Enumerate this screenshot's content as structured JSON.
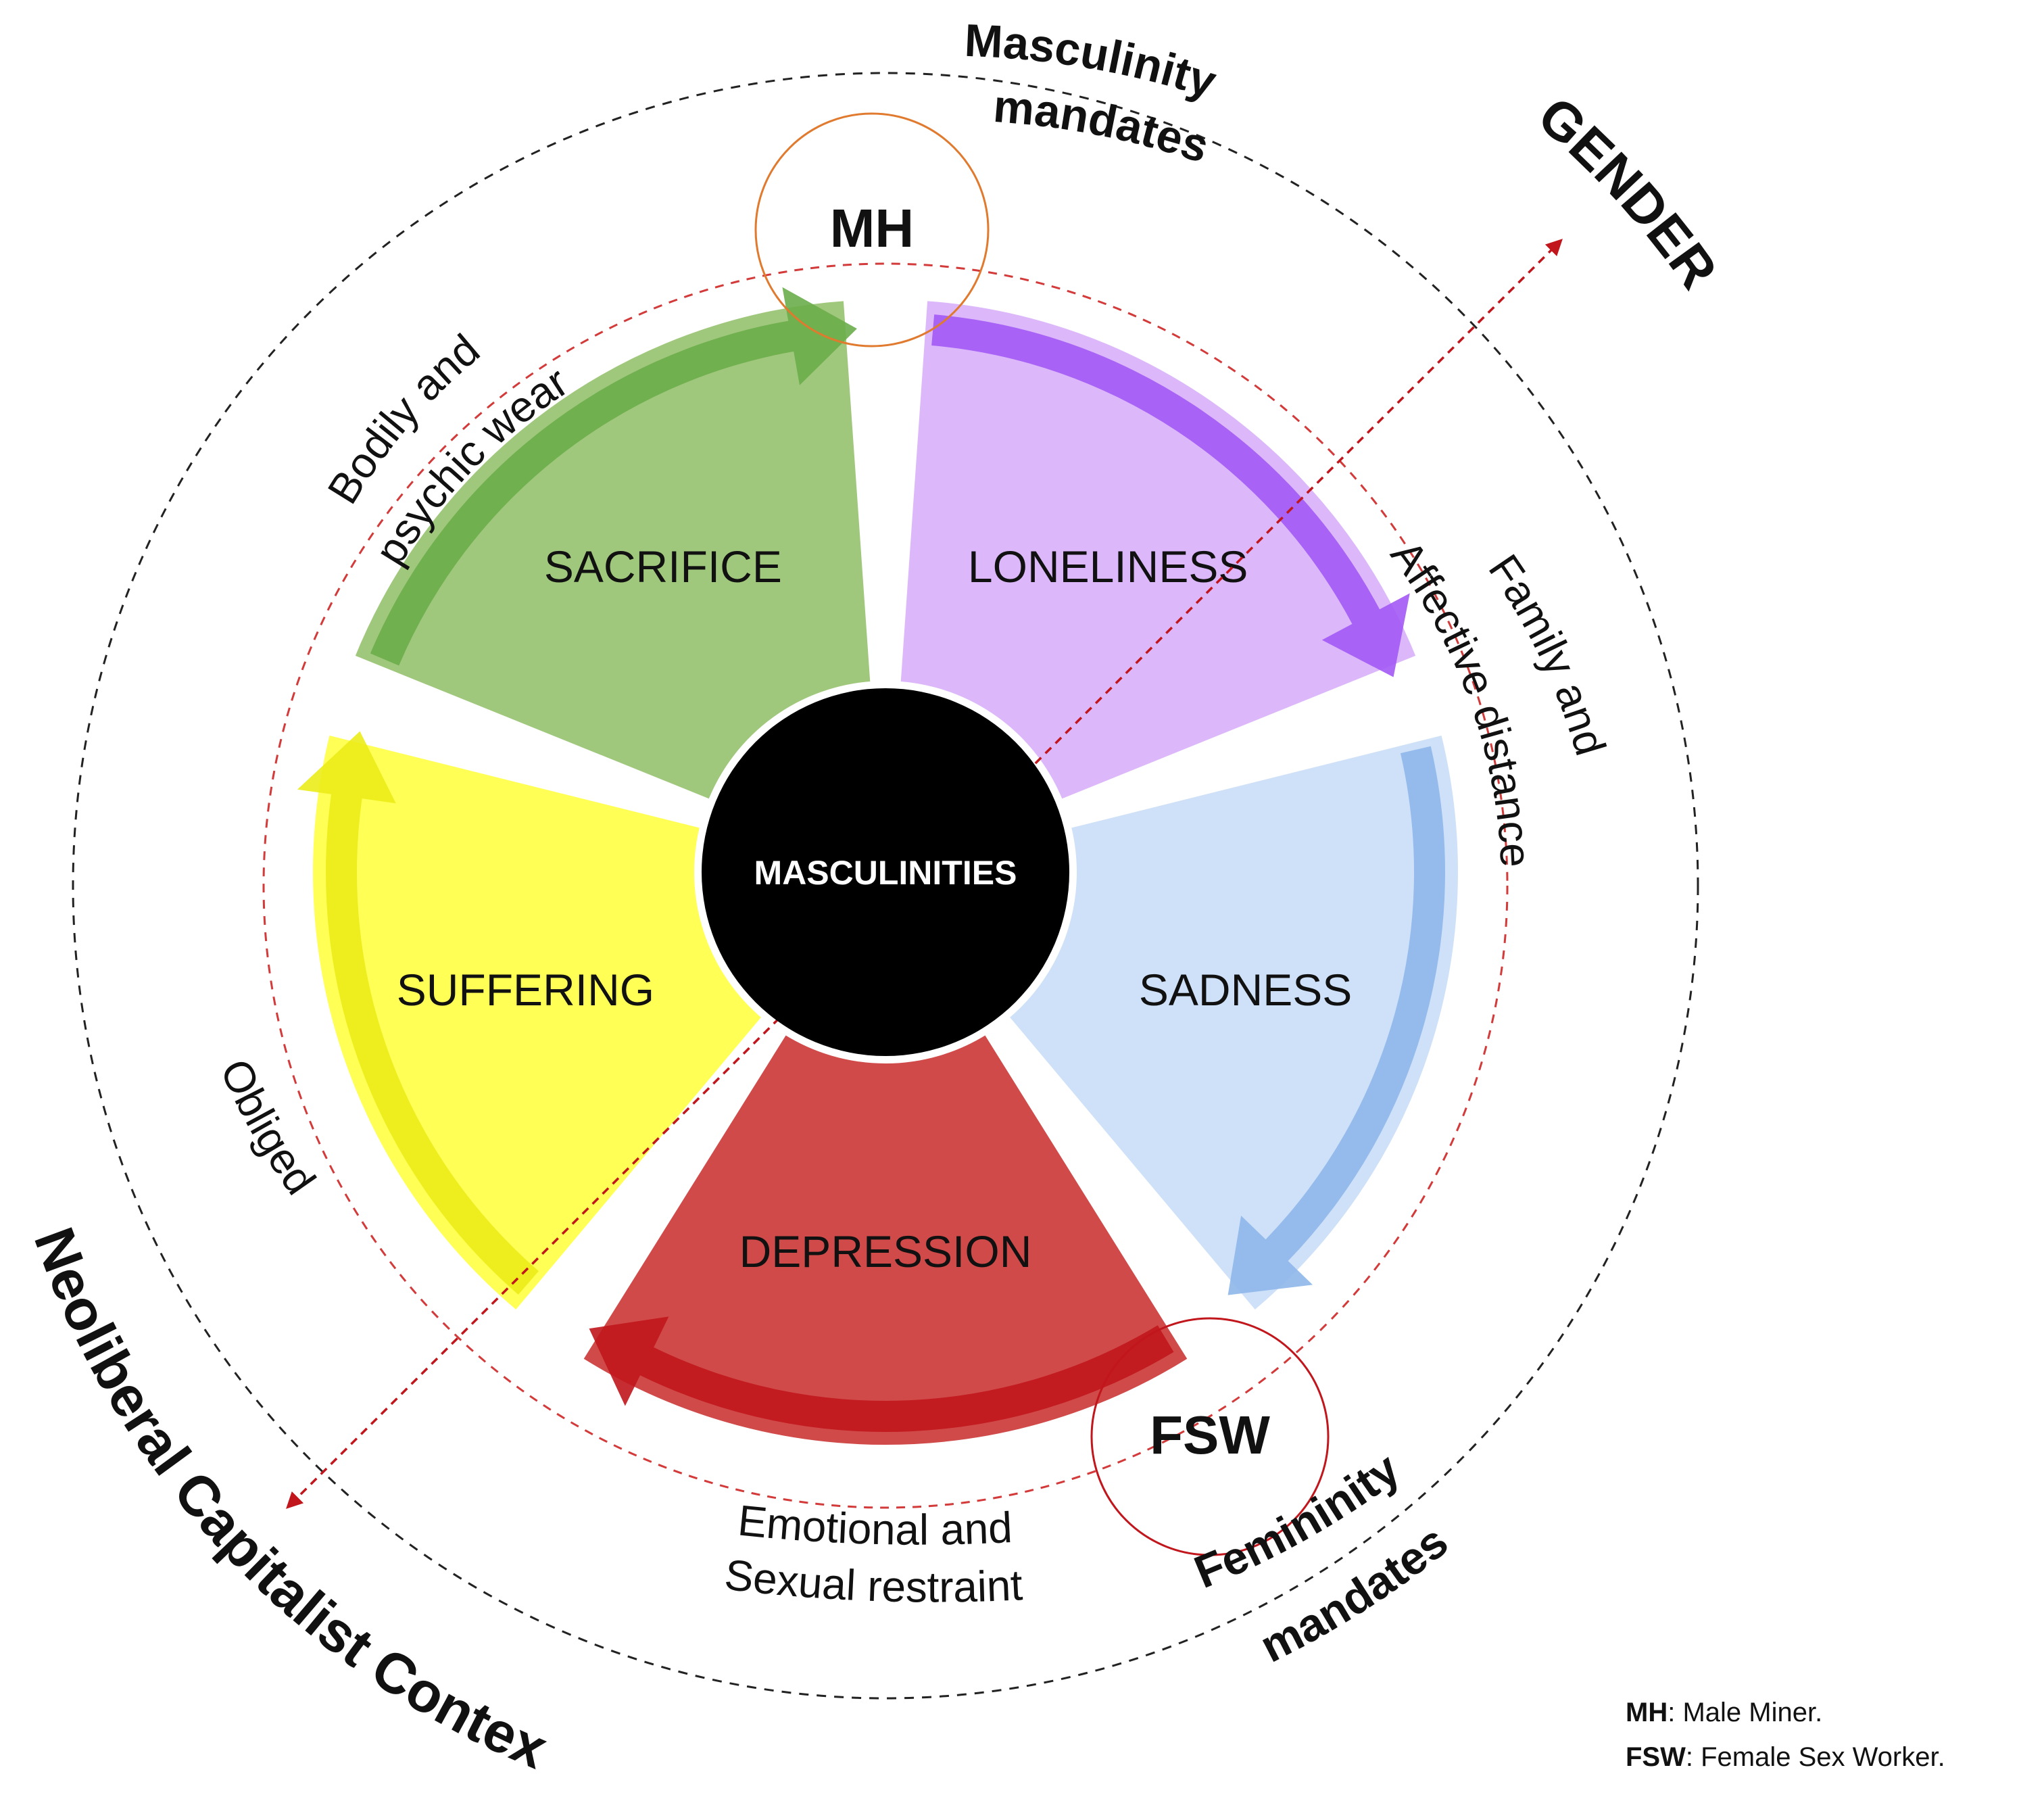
{
  "center_label": "MASCULINITIES",
  "segments": [
    {
      "label": "LONELINESS",
      "color": "#dcb8fb",
      "arrow_color": "#a259f5"
    },
    {
      "label": "SADNESS",
      "color": "#cfe1f8",
      "arrow_color": "#8eb7ea"
    },
    {
      "label": "DEPRESSION",
      "color": "#d14a4a",
      "arrow_color": "#c0161c"
    },
    {
      "label": "SUFFERING",
      "color": "#ffff55",
      "arrow_color": "#ecec1a"
    },
    {
      "label": "SACRIFICE",
      "color": "#a0c87c",
      "arrow_color": "#6aad4a"
    }
  ],
  "arrow_labels": {
    "sacrifice": [
      "Bodily and",
      "psychic wear"
    ],
    "loneliness": [
      "Affective distance",
      "Family and"
    ],
    "depression": [
      "Emotional and",
      "Sexual restraint"
    ],
    "suffering": "Obliged"
  },
  "nodes": {
    "mh": "MH",
    "fsw": "FSW"
  },
  "outer_labels": {
    "masculinity": [
      "Masculinity",
      "mandates"
    ],
    "femininity": [
      "Femininity",
      "mandates"
    ],
    "gender": "GENDER",
    "context": "Neoliberal Capitalist Contex"
  },
  "legend": [
    {
      "abbr": "MH",
      "text": "Male Miner."
    },
    {
      "abbr": "FSW",
      "text": "Female Sex Worker."
    }
  ]
}
